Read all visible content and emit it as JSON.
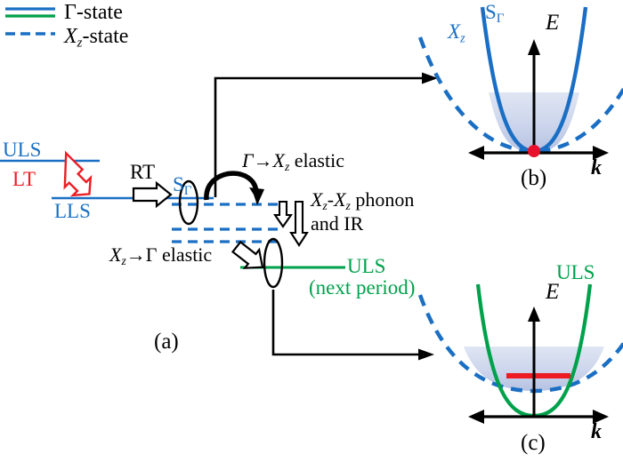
{
  "figure": {
    "caption_a": "(a)",
    "caption_b": "(b)",
    "caption_c": "(c)"
  },
  "legend": {
    "gamma_state": "Γ-state",
    "xz_state_prefix": "X",
    "xz_state_sub": "z",
    "xz_state_suffix": "-state",
    "gamma_line_colors": [
      "#1a6fc4",
      "#00a14b"
    ],
    "xz_line_color": "#1a6fc4"
  },
  "panel_a": {
    "uls_label": "ULS",
    "lls_label": "LLS",
    "lt_label": "LT",
    "rt_label": "RT",
    "s_gamma_label_prefix": "S",
    "s_gamma_label_sub": "Γ",
    "gamma_to_xz_elastic": "Γ→X",
    "gamma_to_xz_elastic_sub": "z",
    "gamma_to_xz_elastic_suffix": " elastic",
    "xz_xz_phonon_line1_a": "X",
    "xz_xz_phonon_line1_sub1": "z",
    "xz_xz_phonon_line1_b": "-X",
    "xz_xz_phonon_line1_sub2": "z",
    "xz_xz_phonon_line1_c": " phonon",
    "xz_xz_phonon_line2": "and IR",
    "xz_to_gamma_elastic_prefix": "X",
    "xz_to_gamma_elastic_sub": "z",
    "xz_to_gamma_elastic_suffix": "→Γ elastic",
    "uls_next_label": "ULS",
    "uls_next_period": "(next period)"
  },
  "panel_b": {
    "s_gamma_prefix": "S",
    "s_gamma_sub": "Γ",
    "xz_prefix": "X",
    "xz_sub": "z",
    "energy_axis_label": "E",
    "k_axis_label": "k",
    "red_dot_color": "#e8112d",
    "solid_curve_color": "#1a6fc4",
    "dashed_curve_color": "#1a6fc4",
    "fill_top_color": "#e6eaf6",
    "fill_bottom_color": "#b9c5e6"
  },
  "panel_c": {
    "uls_label": "ULS",
    "energy_axis_label": "E",
    "k_axis_label": "k",
    "red_line_color": "#ed1c24",
    "green_curve_color": "#00a14b",
    "dashed_curve_color": "#1a6fc4",
    "fill_top_color": "#e6eaf6",
    "fill_bottom_color": "#b9c5e6"
  },
  "colors": {
    "blue": "#1a6fc4",
    "green": "#00a14b",
    "red": "#ed1c24",
    "black": "#000000"
  }
}
